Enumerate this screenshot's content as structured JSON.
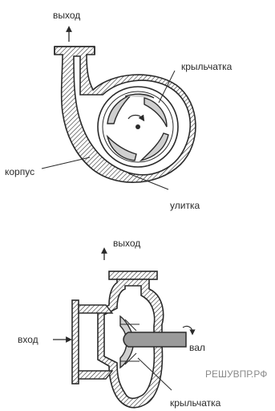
{
  "top_diagram": {
    "outlet_label": "выход",
    "impeller_label": "крыльчатка",
    "casing_label": "корпус",
    "volute_label": "улитка"
  },
  "bottom_diagram": {
    "outlet_label": "выход",
    "inlet_label": "вход",
    "shaft_label": "вал",
    "impeller_label": "крыльчатка"
  },
  "watermark": "РЕШУВПР.РФ",
  "colors": {
    "line": "#2a2a2a",
    "wall_fill": "#e6e6e6",
    "shaft_fill": "#9a9a9a",
    "watermark": "#8a8a8a"
  }
}
